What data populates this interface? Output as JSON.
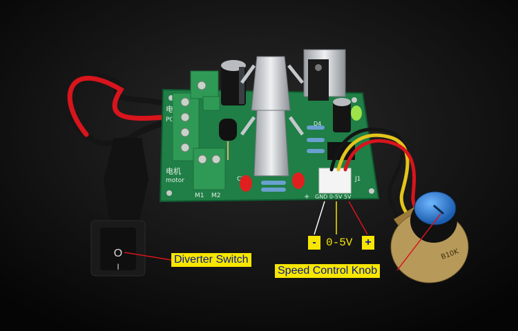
{
  "photo": {
    "board_silkscreen": {
      "motor_power_cn": "电机",
      "motor_power_en": "PO",
      "motor_cn": "电机",
      "motor_en": "motor",
      "m1": "M1",
      "m2": "M2",
      "conn_pins": "GND 0-5V 5V",
      "j1": "J1",
      "plus": "+",
      "c1": "C1",
      "d4": "D4"
    },
    "pot_marking": "B10K",
    "switch_symbols": {
      "on": "O",
      "off": "I"
    }
  },
  "annotations": {
    "diverter_switch": "Diverter Switch",
    "speed_control_knob": "Speed Control Knob",
    "minus": "-",
    "voltage": "0-5V",
    "plus": "+"
  },
  "colors": {
    "label_bg": "#f7e600",
    "label_text": "#0a1a8c",
    "pcb": "#1f7f46",
    "wire_red": "#d8141c",
    "wire_black": "#151515",
    "terminal_green": "#2f9a56",
    "knob_blue": "#3b8fe0"
  }
}
